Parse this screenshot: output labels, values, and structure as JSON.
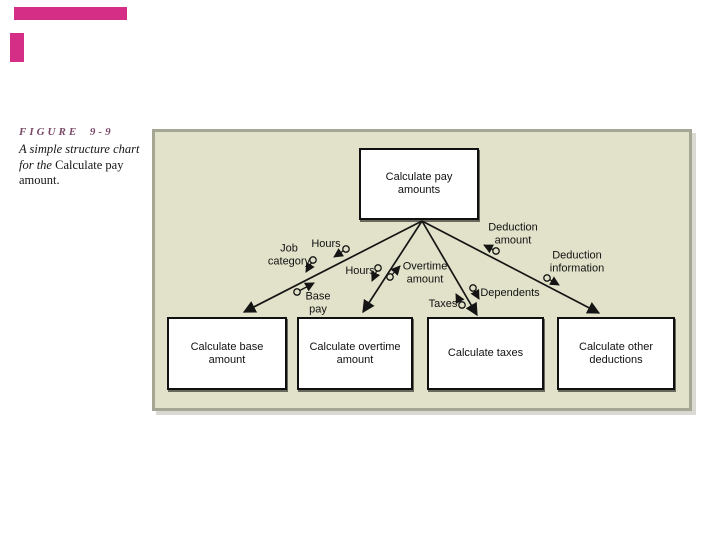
{
  "caption": {
    "figure_label": "FIGURE 9-9",
    "description_italic": "A simple structure chart for the ",
    "description_roman": "Calculate pay amount."
  },
  "diagram": {
    "type": "structure-chart",
    "root_module": "Calculate pay amounts",
    "modules": [
      "Calculate base amount",
      "Calculate overtime amount",
      "Calculate taxes",
      "Calculate other deductions"
    ],
    "data_couples": [
      {
        "label": "Hours",
        "flow": "down",
        "module": "Calculate base amount"
      },
      {
        "label": "Job category",
        "flow": "down",
        "module": "Calculate base amount"
      },
      {
        "label": "Base pay",
        "flow": "up",
        "module": "Calculate base amount"
      },
      {
        "label": "Hours",
        "flow": "down",
        "module": "Calculate overtime amount"
      },
      {
        "label": "Overtime amount",
        "flow": "up",
        "module": "Calculate overtime amount"
      },
      {
        "label": "Taxes",
        "flow": "up",
        "module": "Calculate taxes"
      },
      {
        "label": "Dependents",
        "flow": "down",
        "module": "Calculate taxes"
      },
      {
        "label": "Deduction amount",
        "flow": "up",
        "module": "Calculate other deductions"
      },
      {
        "label": "Deduction information",
        "flow": "down",
        "module": "Calculate other deductions"
      }
    ]
  },
  "colors": {
    "accent_bar": "#d42e86",
    "panel_background": "#e2e2ca",
    "panel_border": "#a6a695",
    "figure_label_text": "#7a4a68"
  }
}
